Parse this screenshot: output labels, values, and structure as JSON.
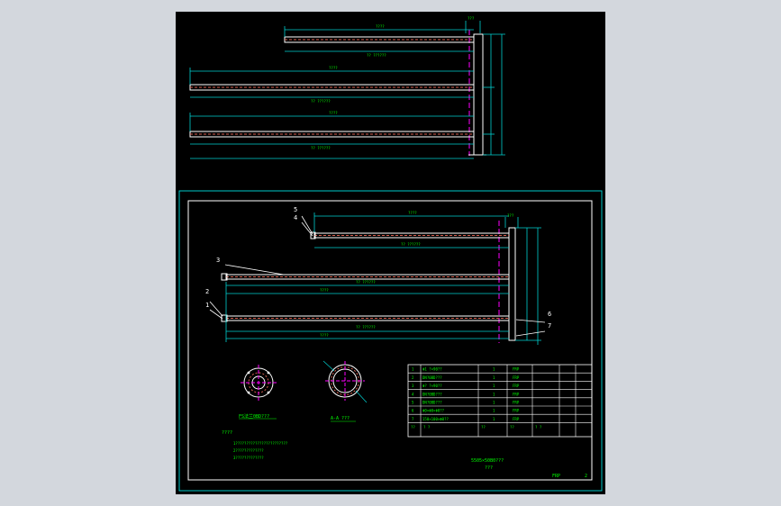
{
  "colors": {
    "background": "#000000",
    "app_background": "#d3d7dd",
    "frame": "#00c8c8",
    "pipe": "#d86050",
    "dimension": "#00d0d0",
    "text": "#00ff00",
    "centerline": "#ff00ff",
    "object": "#ffffff"
  },
  "part_markers": [
    "5",
    "4",
    "3",
    "2",
    "1",
    "6",
    "7"
  ],
  "section_labels": {
    "flange": "FS法兰0BD???",
    "section_aa": "A-A ???"
  },
  "notes": {
    "title": "????",
    "line1": "1????????????????????????",
    "line2": "2?????????????",
    "line3": "3?????????????"
  },
  "bom": {
    "rows": [
      {
        "no": "1",
        "name": "Φ1 ?×90??",
        "qty": "1",
        "mat": "FRP"
      },
      {
        "no": "2",
        "name": "DN?0BD???",
        "qty": "1",
        "mat": "FRP"
      },
      {
        "no": "3",
        "name": "Φ? ?×90??",
        "qty": "1",
        "mat": "FRP"
      },
      {
        "no": "4",
        "name": "DN?0BD???",
        "qty": "1",
        "mat": "FRP"
      },
      {
        "no": "5",
        "name": "DN?0BD???",
        "qty": "1",
        "mat": "FRP"
      },
      {
        "no": "6",
        "name": "Φ0×Φ0×Φ0??",
        "qty": "1",
        "mat": "FRP"
      },
      {
        "no": "7",
        "name": "150×100×Φ0??",
        "qty": "1",
        "mat": "FRP"
      }
    ],
    "header": [
      "??",
      "? ?",
      "??",
      "??",
      "? ?"
    ]
  },
  "title_block": {
    "line1": "5505×50B0???",
    "line2": "???",
    "material": "FRP",
    "sheet": "2"
  }
}
